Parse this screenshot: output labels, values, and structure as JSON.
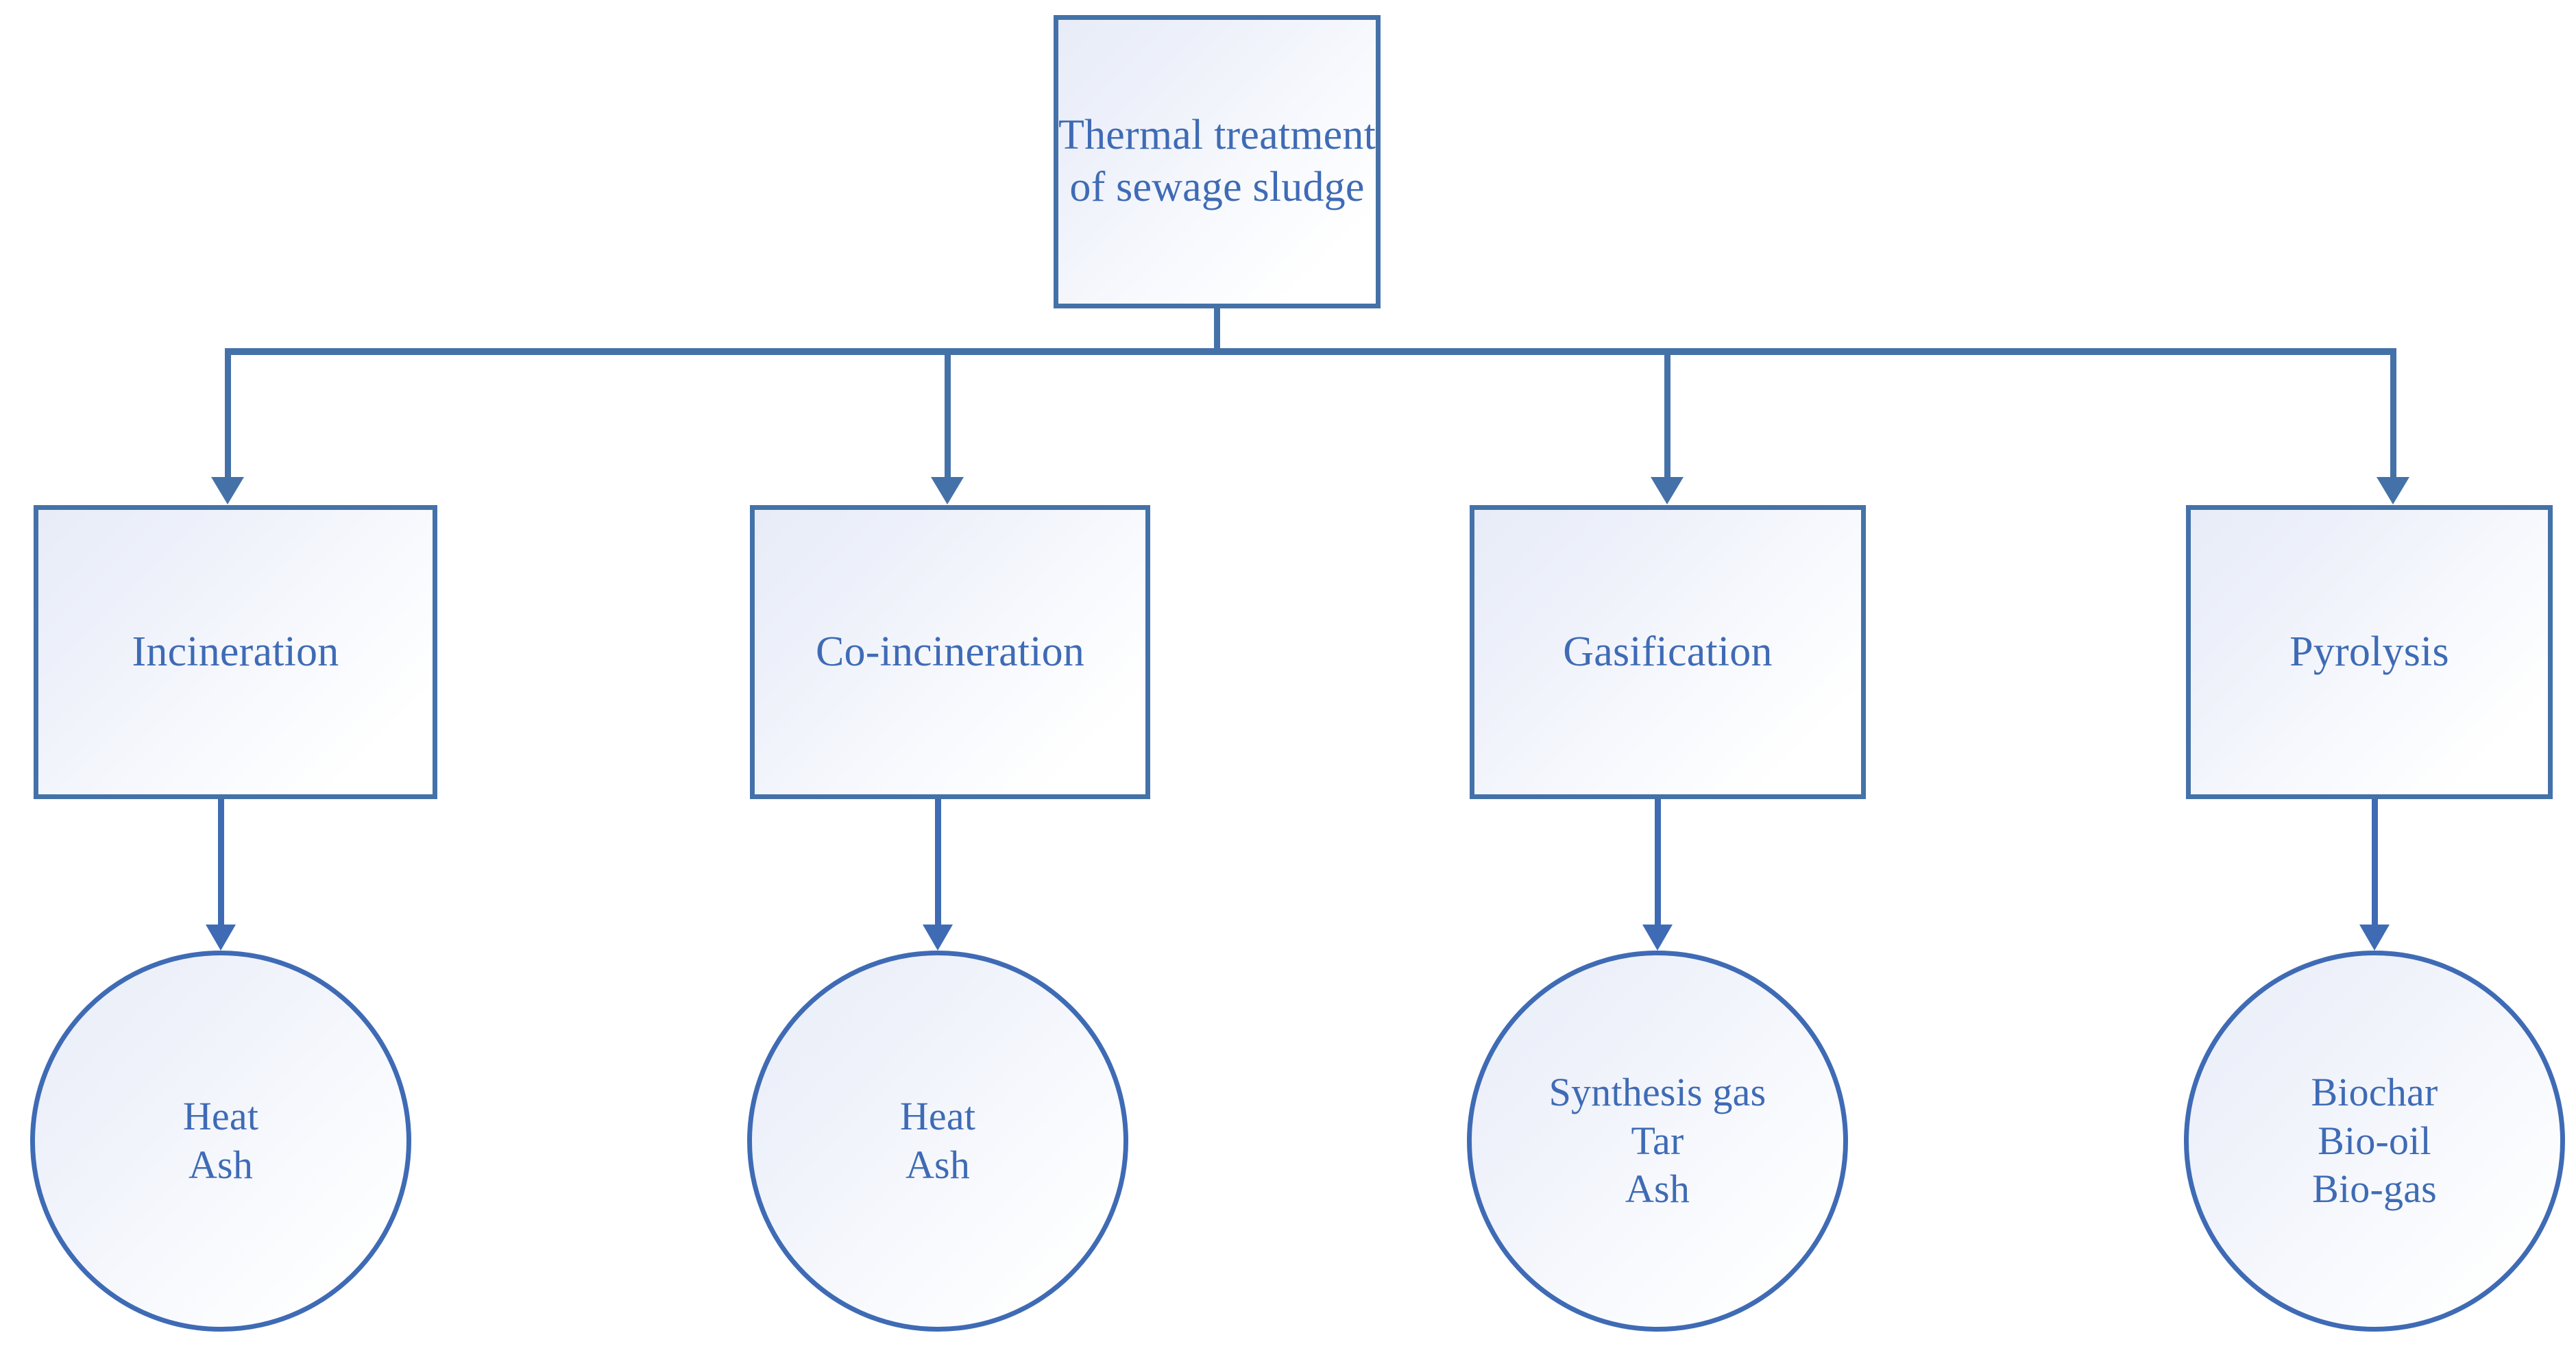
{
  "diagram": {
    "title": "Thermal treatment of sewage sludge",
    "type": "flowchart",
    "orientation": "top-down",
    "colors": {
      "line": "#4472a8",
      "text": "#3f6bb5",
      "circle_border": "#3f6bb5",
      "fill_start": "#e8ecf8",
      "fill_end": "#ffffff",
      "background": "#ffffff"
    },
    "root": {
      "line1": "Thermal treatment",
      "line2": "of sewage sludge"
    },
    "branches": [
      {
        "process": "Incineration",
        "products": [
          "Heat",
          "Ash"
        ]
      },
      {
        "process": "Co-incineration",
        "products": [
          "Heat",
          "Ash"
        ]
      },
      {
        "process": "Gasification",
        "products": [
          "Synthesis gas",
          "Tar",
          "Ash"
        ]
      },
      {
        "process": "Pyrolysis",
        "products": [
          "Biochar",
          "Bio-oil",
          "Bio-gas"
        ]
      }
    ]
  }
}
